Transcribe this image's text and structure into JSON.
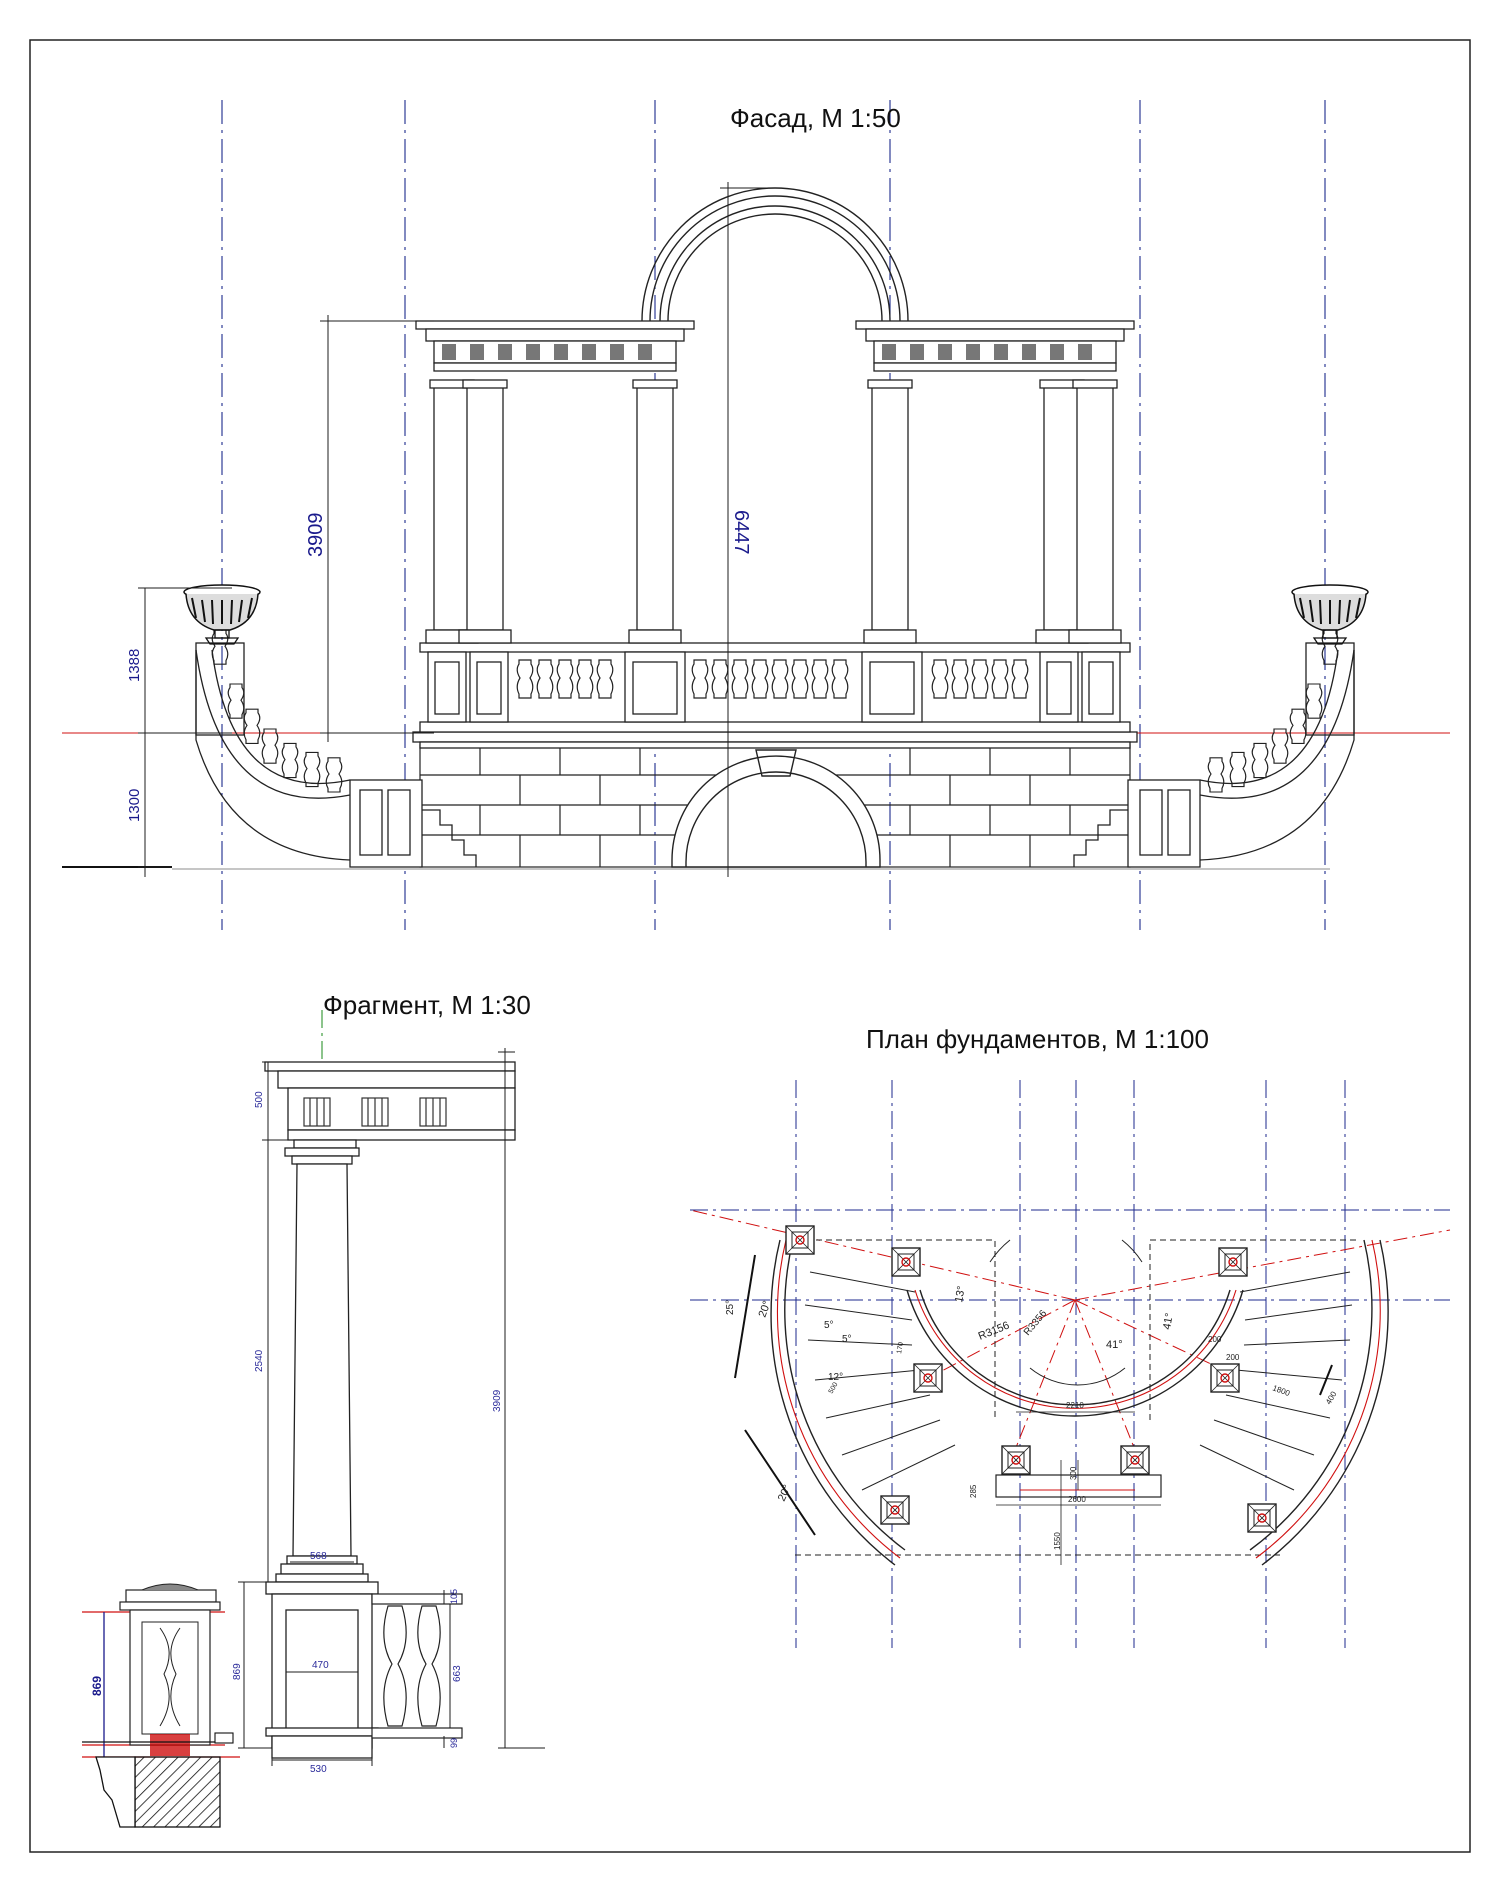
{
  "titles": {
    "facade": "Фасад, М 1:50",
    "fragment": "Фрагмент, М 1:30",
    "plan": "План фундаментов,  М 1:100"
  },
  "facade_dims": {
    "colonnade_height": "3909",
    "arch_height": "6447",
    "balustrade_height": "1388",
    "plinth_height": "1300"
  },
  "fragment_dims": {
    "entablature": "500",
    "column": "2540",
    "total": "3909",
    "column_base": "568",
    "pedestal_height": "869",
    "pedestal_panel": "663",
    "panel_width": "470",
    "pedestal_width": "530",
    "top_offset": "105",
    "bottom_offset": "99",
    "section_height": "869"
  },
  "plan_dims": {
    "radius_outer": "R3156",
    "radius_inner": "R3356",
    "angle_13": "13°",
    "angle_41a": "41°",
    "angle_41b": "41°",
    "angle_25": "25°",
    "angle_20a": "20°",
    "angle_20b": "20°",
    "angle_5a": "5°",
    "angle_5b": "5°",
    "angle_12": "12°",
    "d_2210": "2210",
    "d_2600": "2600",
    "d_1550": "1550",
    "d_300": "300",
    "d_1800": "1800",
    "d_200a": "200",
    "d_200b": "200",
    "d_400": "400",
    "d_285": "285",
    "d_500": "500",
    "d_170": "170"
  },
  "colors": {
    "line": "#1e1e1e",
    "axis": "#1c2a8c",
    "dimension": "#1a1a8c",
    "red": "#d01010",
    "green": "#1a8a1a"
  }
}
